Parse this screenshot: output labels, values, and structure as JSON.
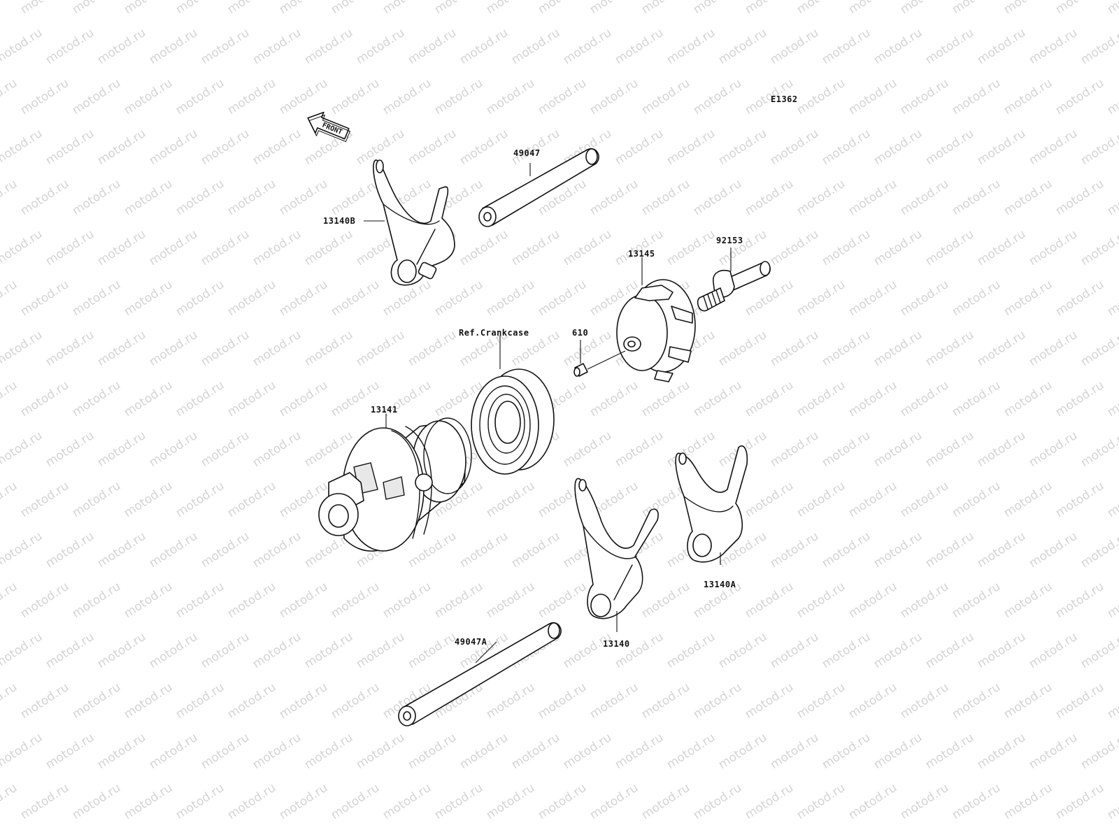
{
  "diagram": {
    "code": "E1362",
    "front_label": "FRONT",
    "watermark_text": "motod.ru",
    "callouts": {
      "shift_fork_b": "13140B",
      "shaft_49047": "49047",
      "drum_operating": "13145",
      "bolt_92153": "92153",
      "ref_crankcase": "Ref.Crankcase",
      "pin_610": "610",
      "shift_drum": "13141",
      "shift_fork_a": "13140A",
      "shift_fork": "13140",
      "shaft_49047a": "49047A"
    }
  }
}
